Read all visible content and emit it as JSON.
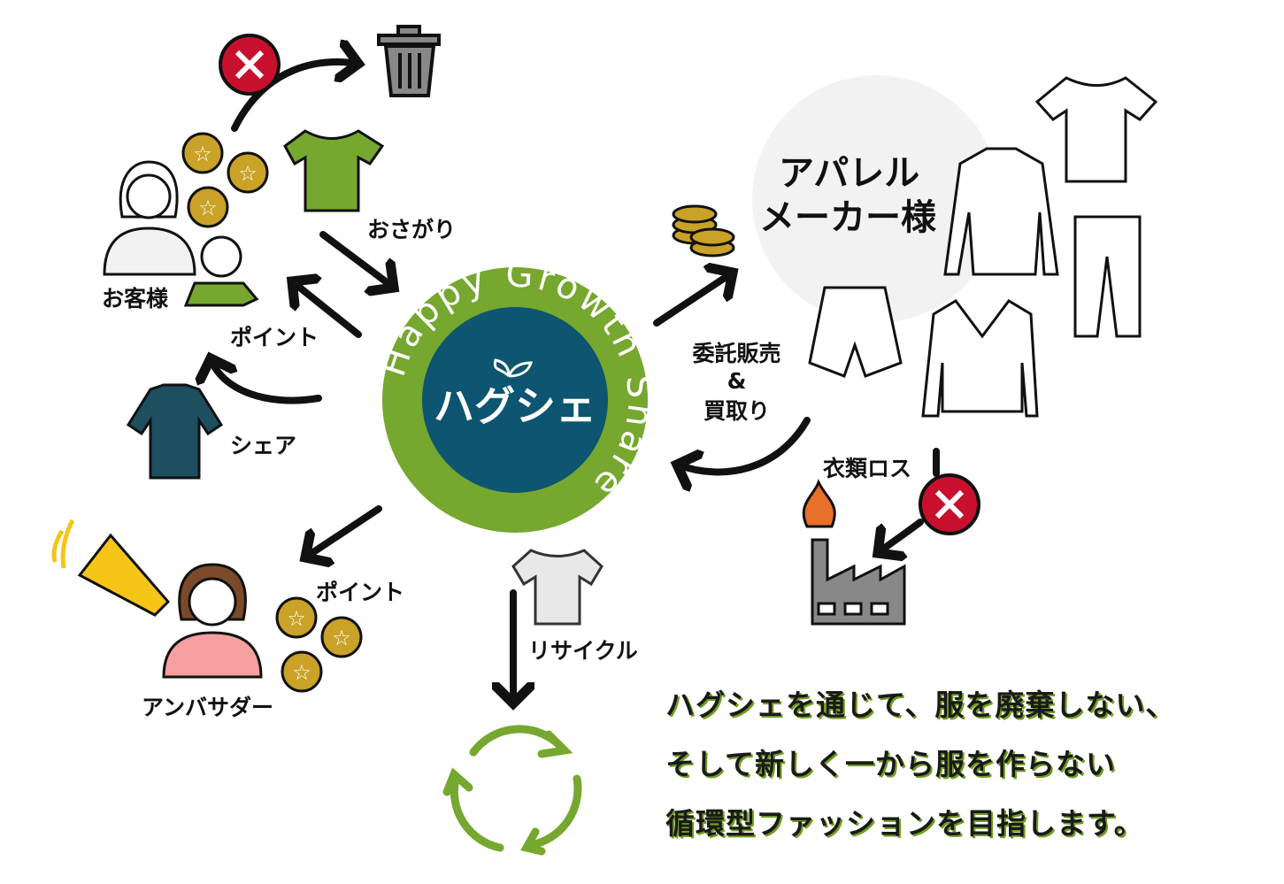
{
  "logo": {
    "ring_text": "Happy Growth Share",
    "name": "ハグシェ"
  },
  "labels": {
    "customer": "お客様",
    "hand_me_down": "おさがり",
    "point_top": "ポイント",
    "share": "シェア",
    "point_bottom": "ポイント",
    "ambassador": "アンバサダー",
    "recycle": "リサイクル",
    "consign_line1": "委託販売",
    "consign_line2": "&",
    "consign_line3": "買取り",
    "maker_line1": "アパレル",
    "maker_line2": "メーカー様",
    "clothing_loss": "衣類ロス"
  },
  "slogan": [
    "ハグシェを通じて、服を廃棄しない、",
    "そして新しく一から服を作らない",
    "循環型ファッションを目指します。"
  ],
  "colors": {
    "green": "#76a72f",
    "navy": "#0d5570",
    "red": "#c8102e",
    "gold": "#c9a227",
    "teal": "#1d4f5e",
    "pink": "#f4a0a0",
    "yellow": "#f5c518"
  }
}
